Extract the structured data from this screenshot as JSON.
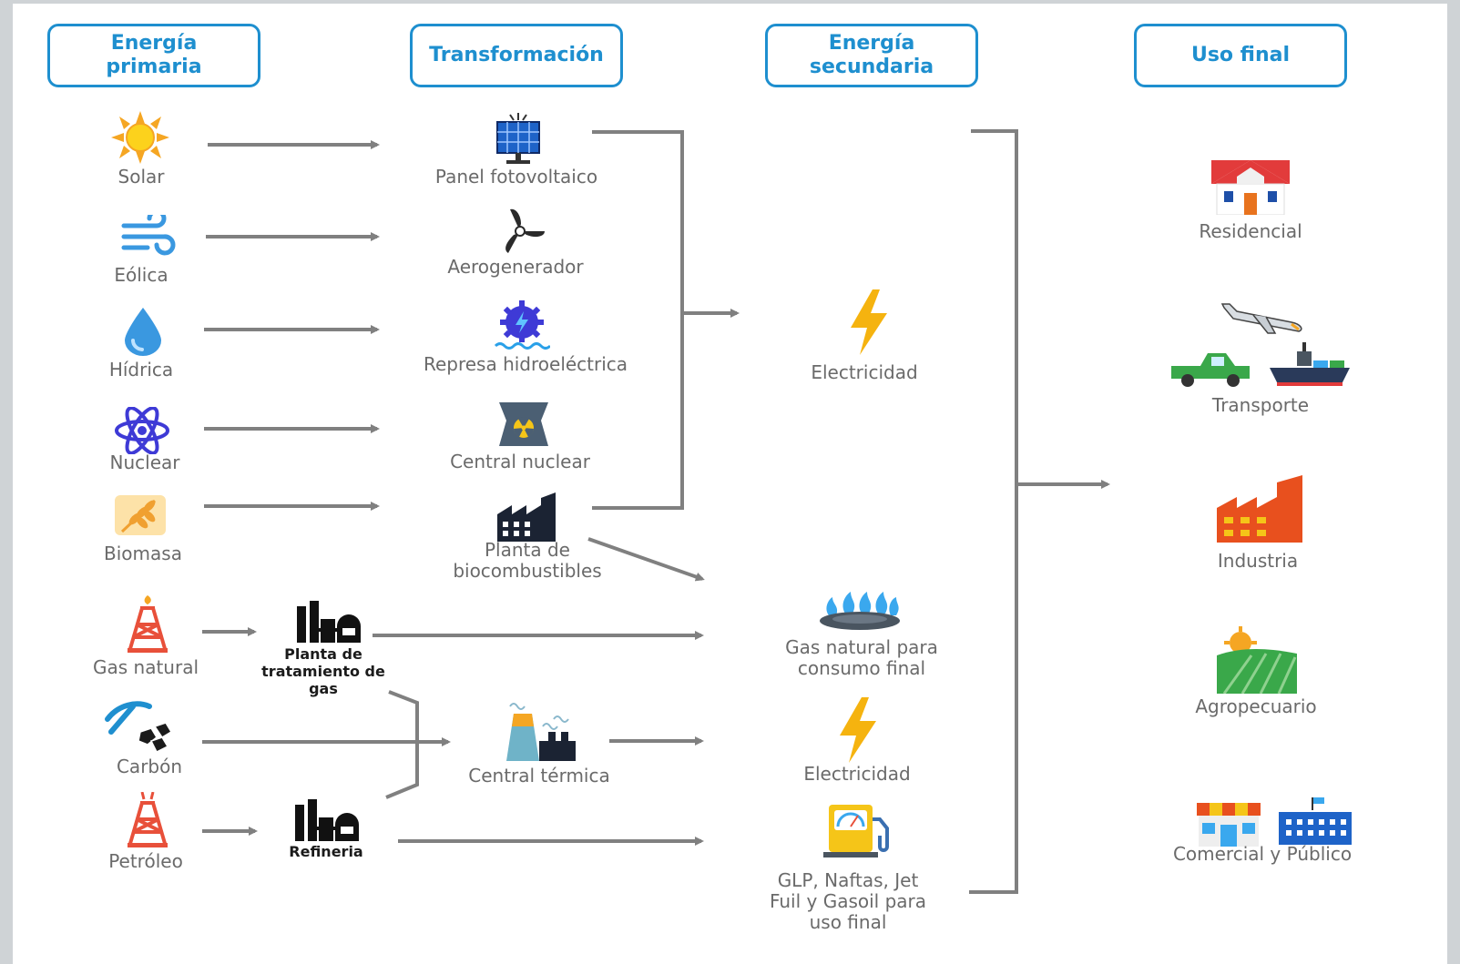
{
  "headers": {
    "primaria": "Energía\nprimaria",
    "transformacion": "Transformación",
    "secundaria": "Energía\nsecundaria",
    "uso_final": "Uso final"
  },
  "primary": {
    "solar": "Solar",
    "eolica": "Eólica",
    "hidrica": "Hídrica",
    "nuclear": "Nuclear",
    "biomasa": "Biomasa",
    "gas_natural": "Gas natural",
    "carbon": "Carbón",
    "petroleo": "Petróleo"
  },
  "transformation": {
    "panel": "Panel fotovoltaico",
    "aerogenerador": "Aerogenerador",
    "represa": "Represa hidroeléctrica",
    "central_nuclear": "Central nuclear",
    "biocombustibles": "Planta de\nbiocombustibles",
    "planta_gas": "Planta de\ntratamiento de\ngas",
    "central_termica": "Central térmica",
    "refineria": "Refineria"
  },
  "secondary": {
    "electricidad_1": "Electricidad",
    "gas_consumo": "Gas natural para\nconsumo final",
    "electricidad_2": "Electricidad",
    "glp": "GLP, Naftas, Jet\nFuil y Gasoil para\nuso final"
  },
  "final_use": {
    "residencial": "Residencial",
    "transporte": "Transporte",
    "industria": "Industria",
    "agropecuario": "Agropecuario",
    "comercial": "Comercial y Público"
  },
  "colors": {
    "header_blue": "#1e8fcf",
    "arrow_gray": "#808080",
    "label_gray": "#6a6a6a"
  }
}
